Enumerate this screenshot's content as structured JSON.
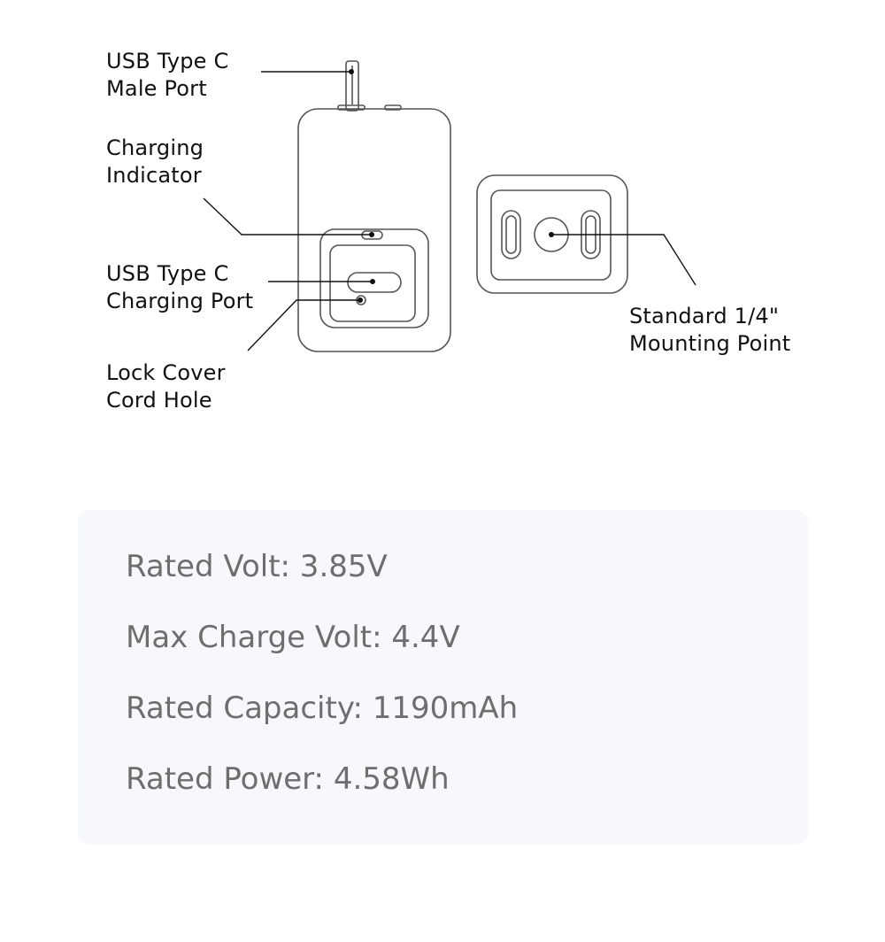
{
  "callouts": {
    "male_port": [
      "USB Type C",
      "Male Port"
    ],
    "charging_indicator": [
      "Charging",
      "Indicator"
    ],
    "charging_port": [
      "USB Type C",
      "Charging Port"
    ],
    "lock_cover": [
      "Lock Cover",
      "Cord Hole"
    ],
    "mounting_point": [
      "Standard 1/4\"",
      "Mounting Point"
    ]
  },
  "specs": [
    "Rated Volt: 3.85V",
    "Max Charge Volt: 4.4V",
    "Rated Capacity: 1190mAh",
    "Rated Power: 4.58Wh"
  ],
  "colors": {
    "outline": "#555555",
    "label_text": "#111111",
    "spec_text": "#6e6e6e",
    "spec_panel": "#f7f8fb"
  }
}
